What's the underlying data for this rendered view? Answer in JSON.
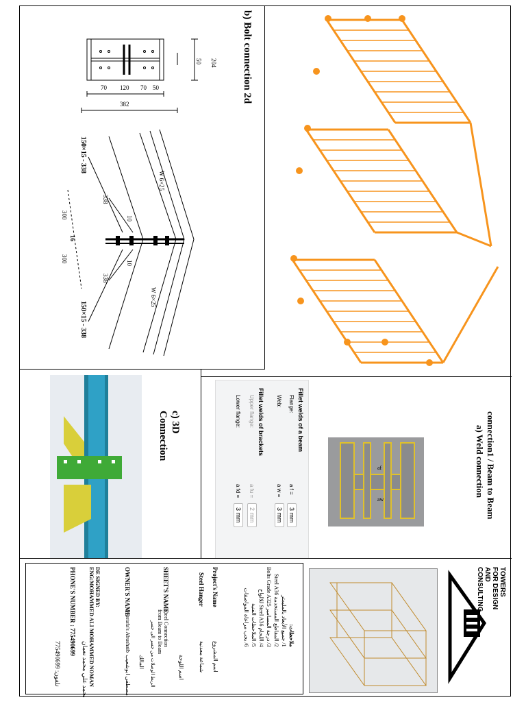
{
  "bolt_connection": {
    "title": "b) Bolt connection 2d",
    "dim_204": "204",
    "dim_50": "50",
    "dim_70a": "70",
    "dim_120": "120",
    "dim_70b": "70",
    "dim_50b": "50",
    "dim_382": "382",
    "dim_300a": "300",
    "dim_300b": "300",
    "dim_16": "16",
    "dim_338a": "338",
    "dim_338b": "338",
    "dim_10a": "10",
    "dim_10b": "10",
    "bracket_top": "150×15 - 338",
    "bracket_bottom": "150×15 - 338",
    "beam_top": "W 6×25",
    "beam_bottom": "W 6×25"
  },
  "weld_connection": {
    "title_line1": "connection1 / Beam to Beam",
    "title_line2": "a)   Weld connection",
    "beam_heading": "Fillet welds of a beam",
    "flange_label": "Flange:",
    "flange_sym": "a f =",
    "flange_val": "3 mm",
    "web_label": "Web:",
    "web_sym": "a w =",
    "web_val": "3 mm",
    "brackets_heading": "Fillet welds of brackets",
    "upper_label": "Upper flange:",
    "upper_sym": "a fu =",
    "upper_val": "2 mm",
    "lower_label": "Lower flange:",
    "lower_sym": "a fd =",
    "lower_val": "3 mm",
    "af": "af",
    "aw": "aw"
  },
  "connection_3d": {
    "title": "c) 3D Connection"
  },
  "title_block": {
    "company": "TOWERS FOR DESIGN AND CONSULTING",
    "notes_title": "ملاحظات:",
    "note1": "1/ جميع الأبعاد بالمليمتر",
    "note2": "2/ المقاطع المستخدمة Steel A36",
    "note3": "3/ درجة المسامير Bolts Grade A325",
    "note4": "4/ اللحام Steel A36 للالواح",
    "note5": "5/ الملاحظات الفنية",
    "note6": "6/ يجب مراعاة المواصفات",
    "project_label": "Project's Name",
    "project_label_ar": "اسم المشروع",
    "project_name": "Steel Hanger",
    "project_name_ar": "شماعة معدنية",
    "sheet_label": "SHEET'S NAME",
    "sheet_label_ar": "اسم اللوحة",
    "sheet_name": "Steel Connection from Beam to Beam",
    "sheet_name_ar": "الربط الوصلات من جسر الى جسر",
    "owner_label": "OWNER'S NAME",
    "owner_label_ar": "المالك",
    "owner_name": "Mustafa's Abushaib",
    "owner_name_ar": "مصطفى ابوشعيب",
    "designed_label": "DE SIGNED BY:",
    "designer": "ENG:MOHAMMED ALI MOHAMMED NOMAN",
    "designer_ar": "المهندس: محمد علي محمد نعمان",
    "phone_label": "PHONE'S NUMBER",
    "phone": ": 775490699",
    "phone_ar": "تلفون: 775490699"
  }
}
